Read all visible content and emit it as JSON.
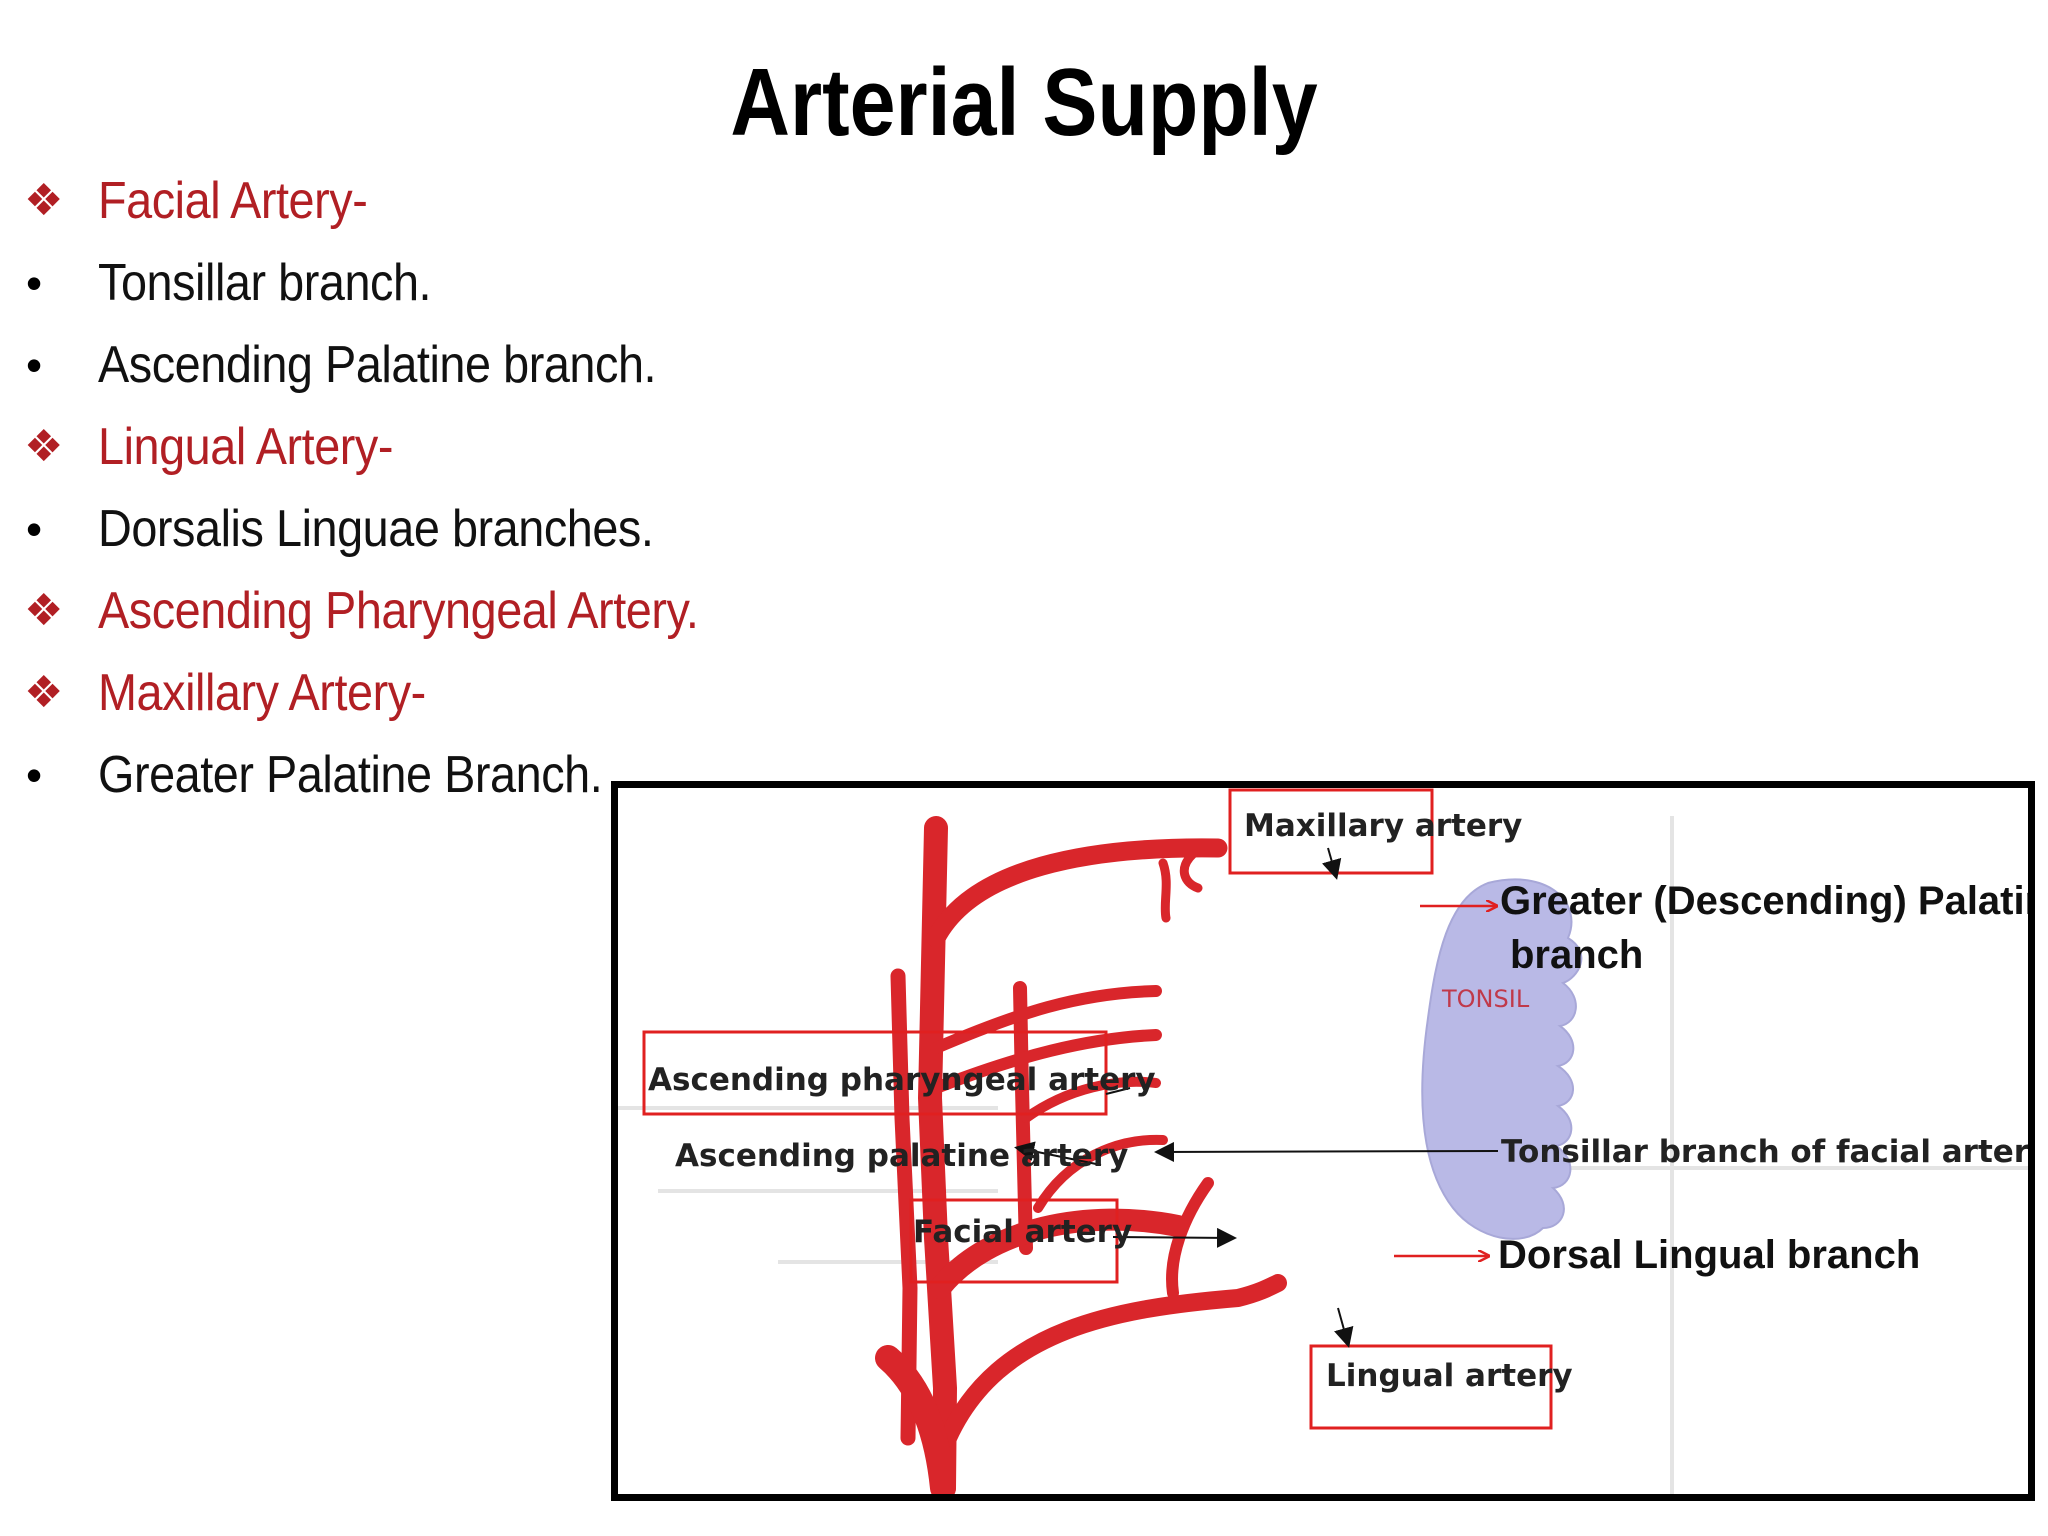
{
  "title": "Arterial Supply",
  "colors": {
    "accent_red": "#b11f24",
    "artery_red": "#d9262b",
    "tonsil_fill": "#b9b9e6",
    "box_red": "#e02020"
  },
  "bullets": [
    {
      "kind": "diamond",
      "icon": "diamond-cluster-icon",
      "text": "Facial Artery-"
    },
    {
      "kind": "dot",
      "icon": "bullet-dot-icon",
      "text": "Tonsillar branch."
    },
    {
      "kind": "dot",
      "icon": "bullet-dot-icon",
      "text": "Ascending Palatine branch."
    },
    {
      "kind": "diamond",
      "icon": "diamond-cluster-icon",
      "text": "Lingual Artery-"
    },
    {
      "kind": "dot",
      "icon": "bullet-dot-icon",
      "text": "Dorsalis Linguae branches."
    },
    {
      "kind": "diamond",
      "icon": "diamond-cluster-icon",
      "text": "Ascending Pharyngeal Artery."
    },
    {
      "kind": "diamond",
      "icon": "diamond-cluster-icon",
      "text": "Maxillary Artery-"
    },
    {
      "kind": "dot",
      "icon": "bullet-dot-icon",
      "text": "Greater Palatine Branch."
    }
  ],
  "diagram": {
    "tonsil_label": "TONSIL",
    "labels": {
      "maxillary": "Maxillary artery",
      "greater_palatine_line1": "Greater (Descending) Palatine",
      "greater_palatine_line2": "branch",
      "ascending_pharyngeal": "Ascending pharyngeal artery",
      "ascending_palatine": "Ascending palatine artery",
      "tonsillar": "Tonsillar branch of facial artery",
      "facial": "Facial artery",
      "dorsal_lingual": "Dorsal Lingual branch",
      "lingual": "Lingual artery"
    }
  }
}
